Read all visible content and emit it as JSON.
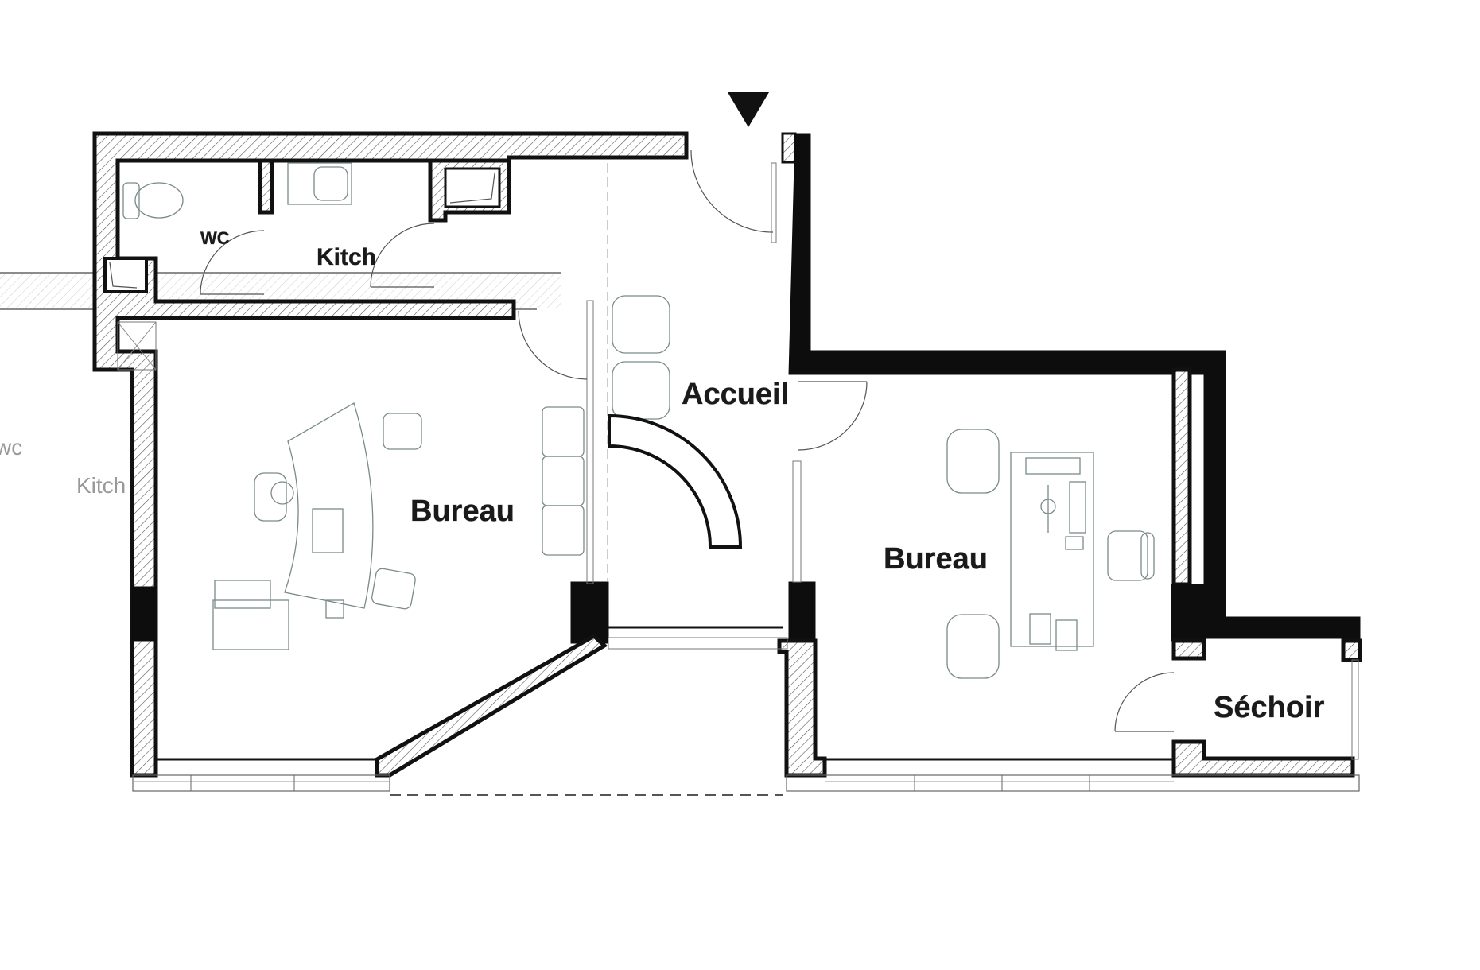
{
  "plan": {
    "rooms": [
      {
        "id": "wc",
        "label": "WC"
      },
      {
        "id": "kitchen",
        "label": "Kitch"
      },
      {
        "id": "bureau-left",
        "label": "Bureau"
      },
      {
        "id": "accueil",
        "label": "Accueil"
      },
      {
        "id": "bureau-right",
        "label": "Bureau"
      },
      {
        "id": "sechoir",
        "label": "Séchoir"
      }
    ],
    "ghost_labels": [
      "wc",
      "Kitch"
    ],
    "entrance_marker_icon": "triangle-down",
    "colors": {
      "wall": "#0d0d0d",
      "furniture": "#7a8a8a",
      "background": "#ffffff"
    }
  }
}
